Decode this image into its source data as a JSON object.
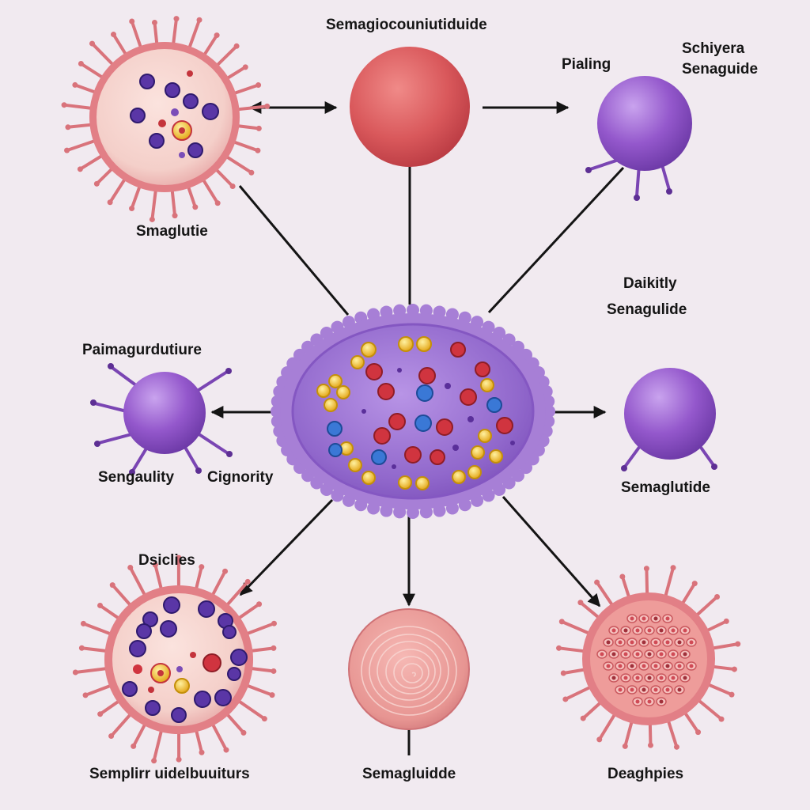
{
  "labels": {
    "top_title": "Semagiocouniutiduide",
    "pialing": "Pialing",
    "schiyera": "Schiyera",
    "senaguide": "Senaguide",
    "smaglutie": "Smaglutie",
    "daikitly": "Daikitly",
    "senagulide": "Senagulide",
    "paimagurdutiure": "Paimagurdutiure",
    "sengaulity": "Sengaulity",
    "cignority": "Cignority",
    "semaglutide_right": "Semaglutide",
    "dsiclies": "Dsiclies",
    "bottom_left": "Semplirr uidelbuuiturs",
    "bottom_center": "Semagluidde",
    "bottom_right": "Deaghpies"
  },
  "colors": {
    "background": "#f1eaf0",
    "arrow": "#141414",
    "center_cell": "#9b6fd2",
    "red_cell": "#d95a5c",
    "purple_cell": "#8f55c9",
    "pink_cell": "#e48c8e",
    "label_text": "#151515"
  }
}
